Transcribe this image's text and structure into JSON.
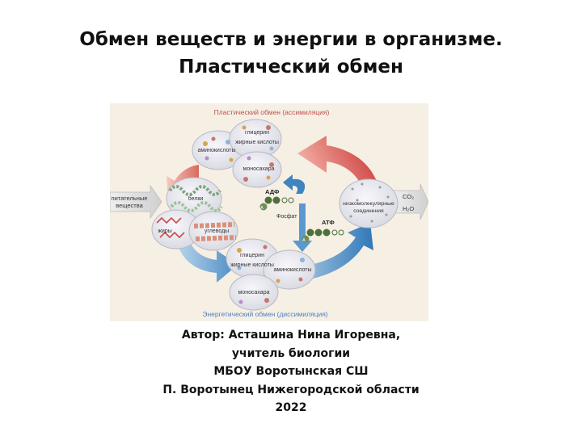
{
  "slide": {
    "title_line1": "Обмен веществ и энергии в организме.",
    "title_line2": "Пластический обмен"
  },
  "diagram": {
    "top_label": "Пластический обмен (ассимиляция)",
    "bottom_label": "Энергетический обмен (диссимиляция)",
    "top_cluster": {
      "glycerol": "глицерин",
      "fatty_acids": "жирные кислоты",
      "amino_acids": "аминокислоты",
      "monosaccharides": "моносахара"
    },
    "bottom_cluster": {
      "glycerol": "глицерин",
      "fatty_acids": "жирные кислоты",
      "amino_acids": "аминокислоты",
      "monosaccharides": "моносахара"
    },
    "nutrients_line1": "питательные",
    "nutrients_line2": "вещества",
    "proteins": "белки",
    "fats": "жиры",
    "carbohydrates": "углеводы",
    "low_mol_line1": "низкомолекулярные",
    "low_mol_line2": "соединения",
    "co2": "CO₂",
    "h2o": "H₂O",
    "adp": "АДФ",
    "atp": "АТФ",
    "phosphate": "Фосфат",
    "a_mark": "A",
    "colors": {
      "background": "#f6efe4",
      "assimilation_arrow": "#d9534f",
      "dissimilation_arrow": "#3f84bf",
      "cell_fill": "#e4e4ec",
      "phosphate_green": "#4f6f3a"
    }
  },
  "author": {
    "line1": "Автор: Асташина Нина Игоревна,",
    "line2": "учитель биологии",
    "line3": "МБОУ Воротынская СШ",
    "line4": "П. Воротынец Нижегородской области",
    "line5": "2022"
  }
}
